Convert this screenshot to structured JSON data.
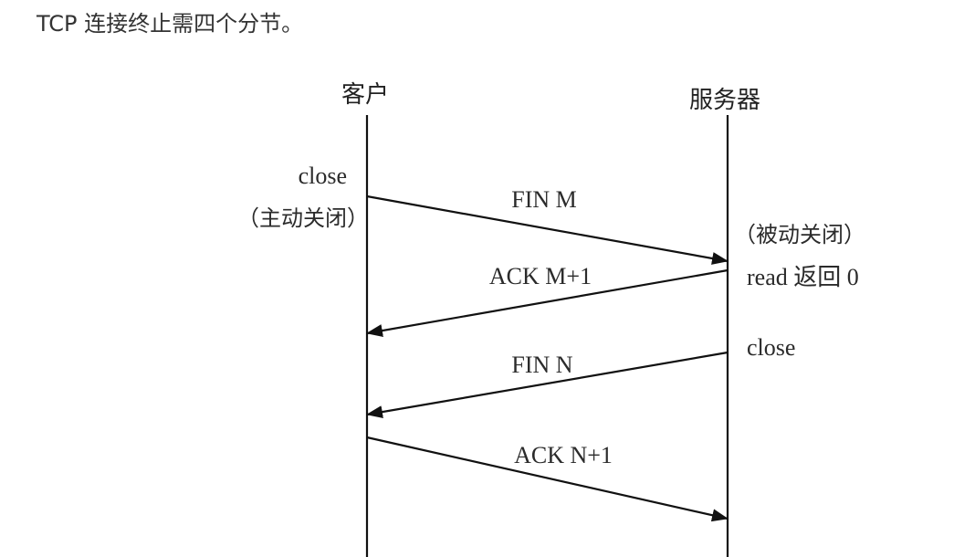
{
  "intro_text": "TCP 连接终止需四个分节。",
  "participants": {
    "client": "客户",
    "server": "服务器"
  },
  "messages": [
    {
      "label": "FIN M",
      "from": "client",
      "to": "server"
    },
    {
      "label": "ACK M+1",
      "from": "server",
      "to": "client"
    },
    {
      "label": "FIN N",
      "from": "server",
      "to": "client"
    },
    {
      "label": "ACK N+1",
      "from": "client",
      "to": "server"
    }
  ],
  "annotations": {
    "client_close": "close",
    "client_active_close": "（主动关闭）",
    "server_passive_close": "（被动关闭）",
    "server_read": "read 返回 0",
    "server_close": "close"
  },
  "colors": {
    "line": "#111111",
    "text": "#2b2b2b"
  }
}
